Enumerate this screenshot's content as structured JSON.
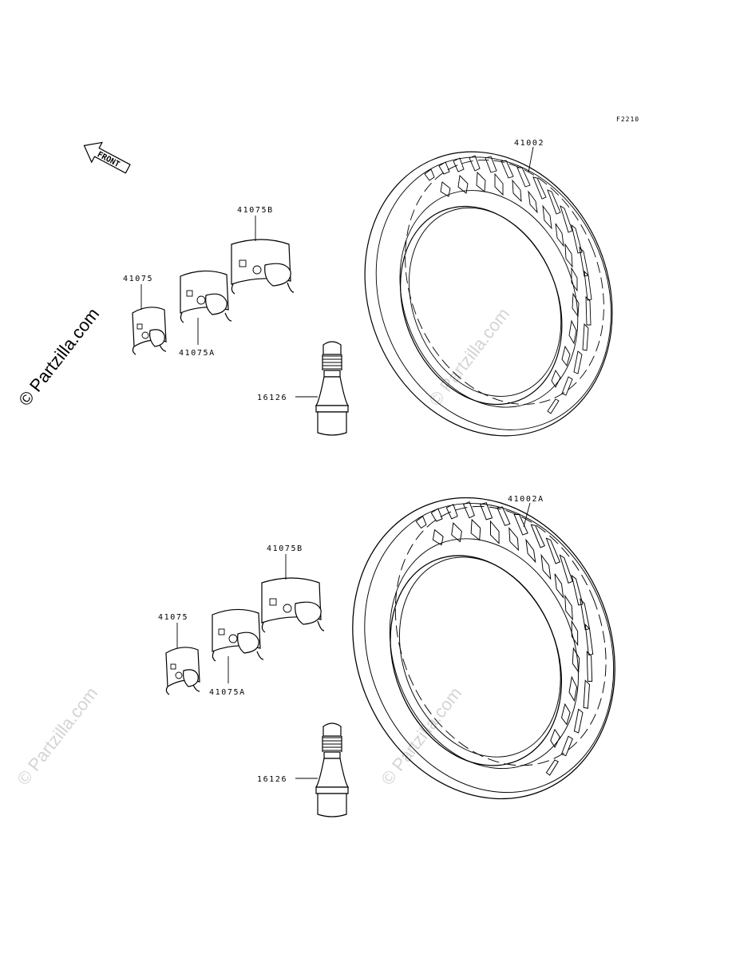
{
  "diagram": {
    "figure_code": "F2210",
    "front_arrow_label": "FRONT",
    "watermark_text": "© Partzilla.com",
    "upper_assembly": {
      "tire_label": "41002",
      "weight_small_label": "41075",
      "weight_medium_label": "41075A",
      "weight_large_label": "41075B",
      "valve_label": "16126"
    },
    "lower_assembly": {
      "tire_label": "41002A",
      "weight_small_label": "41075",
      "weight_medium_label": "41075A",
      "weight_large_label": "41075B",
      "valve_label": "16126"
    }
  }
}
